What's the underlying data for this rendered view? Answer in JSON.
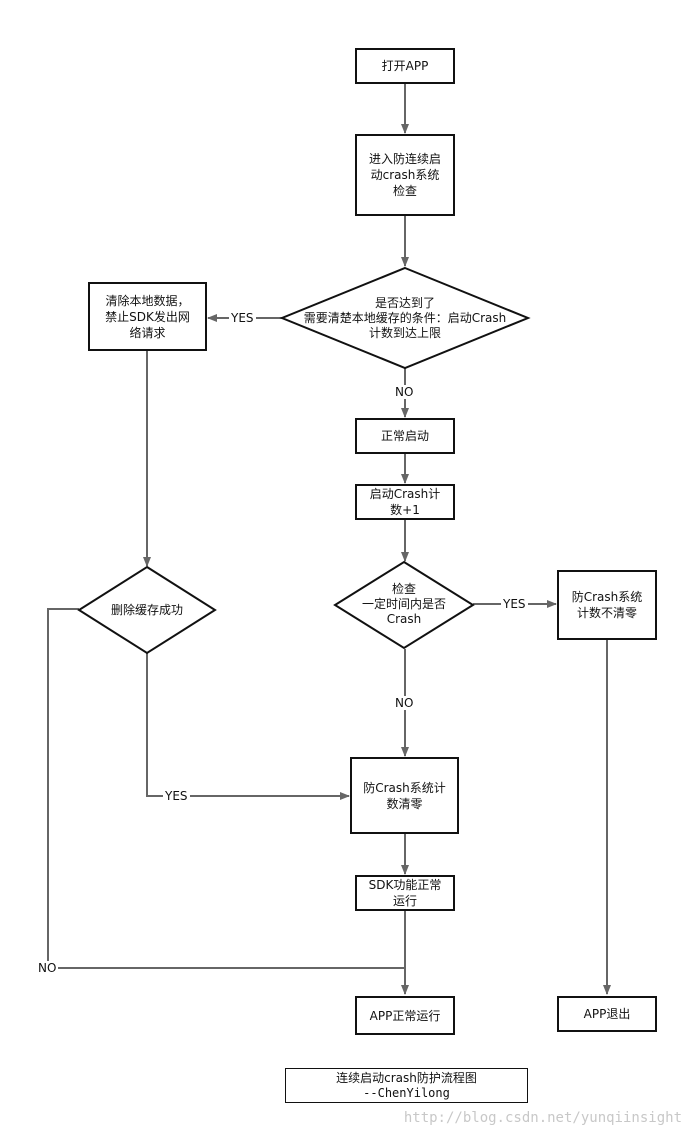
{
  "nodes": {
    "open_app": "打开APP",
    "enter_check": "进入防连续启\n动crash系统\n检查",
    "decision_limit": "是否达到了\n需要清楚本地缓存的条件：启动Crash\n计数到达上限",
    "clear_local": "清除本地数据，\n禁止SDK发出网\n络请求",
    "normal_start": "正常启动",
    "count_plus": "启动Crash计\n数+1",
    "decision_crash": "检查\n一定时间内是否\nCrash",
    "keep_count": "防Crash系统\n计数不清零",
    "decision_cache": "删除缓存成功",
    "reset_count": "防Crash系统计\n数清零",
    "sdk_run": "SDK功能正常\n运行",
    "app_run": "APP正常运行",
    "app_exit": "APP退出"
  },
  "edge_labels": {
    "yes_clear": "YES",
    "no_normal": "NO",
    "yes_keep": "YES",
    "no_reset": "NO",
    "yes_cache": "YES",
    "no_cache": "NO"
  },
  "caption": {
    "title": "连续启动crash防护流程图",
    "author": "--ChenYilong"
  },
  "watermark": "http://blog.csdn.net/yunqiinsight"
}
